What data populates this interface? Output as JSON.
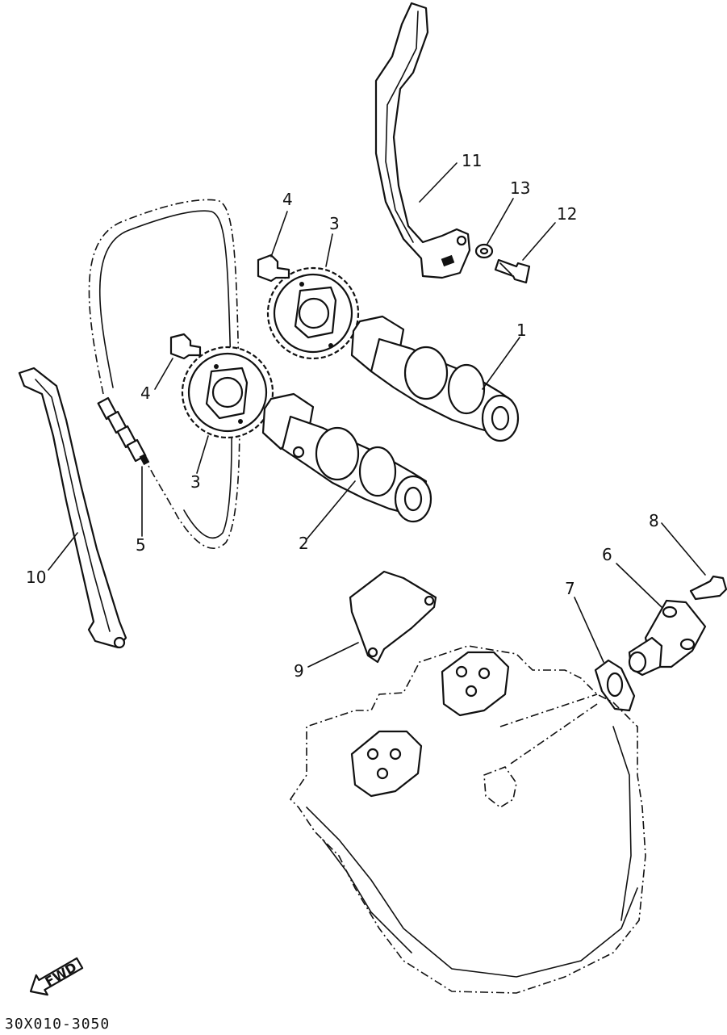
{
  "callouts": {
    "camshaft_exhaust": "1",
    "camshaft_intake": "2",
    "sprocket_upper": "3",
    "sprocket_lower": "3",
    "bolt_upper": "4",
    "bolt_lower": "4",
    "timing_chain": "5",
    "tensioner": "6",
    "gasket": "7",
    "tensioner_bolt": "8",
    "bracket_cover": "9",
    "chain_guide_front": "10",
    "chain_guide_rear": "11",
    "guide_bolt": "12",
    "guide_washer": "13"
  },
  "direction_arrow": {
    "label": "FWD"
  },
  "drawing_code": "30X010-3050",
  "icons": {
    "direction": "arrow-fwd-icon"
  }
}
